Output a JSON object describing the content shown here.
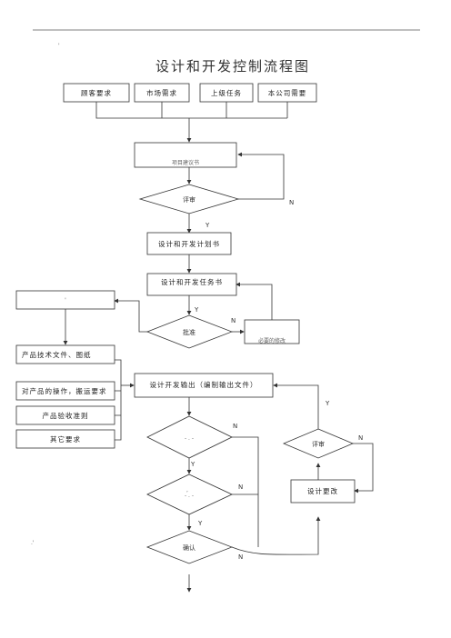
{
  "title": "设计和开发控制流程图",
  "inputs": [
    "顾客要求",
    "市场需求",
    "上级任务",
    "本公司需要"
  ],
  "nodes": {
    "proposal": "项目建议书",
    "review1": "评审",
    "plan": "设计和开发计划书",
    "task": "设计和开发任务书",
    "approve": "批准",
    "modify": "必要的修改",
    "output": "设计开发输出（编制输出文件）",
    "review2": "评审",
    "change": "设计更改",
    "confirm": "确认"
  },
  "left_docs": [
    "产品技术文件、图纸",
    "对产品的操作，搬运要求",
    "产品验收准则",
    "其它要求"
  ],
  "labels": {
    "y": "Y",
    "n": "N"
  }
}
